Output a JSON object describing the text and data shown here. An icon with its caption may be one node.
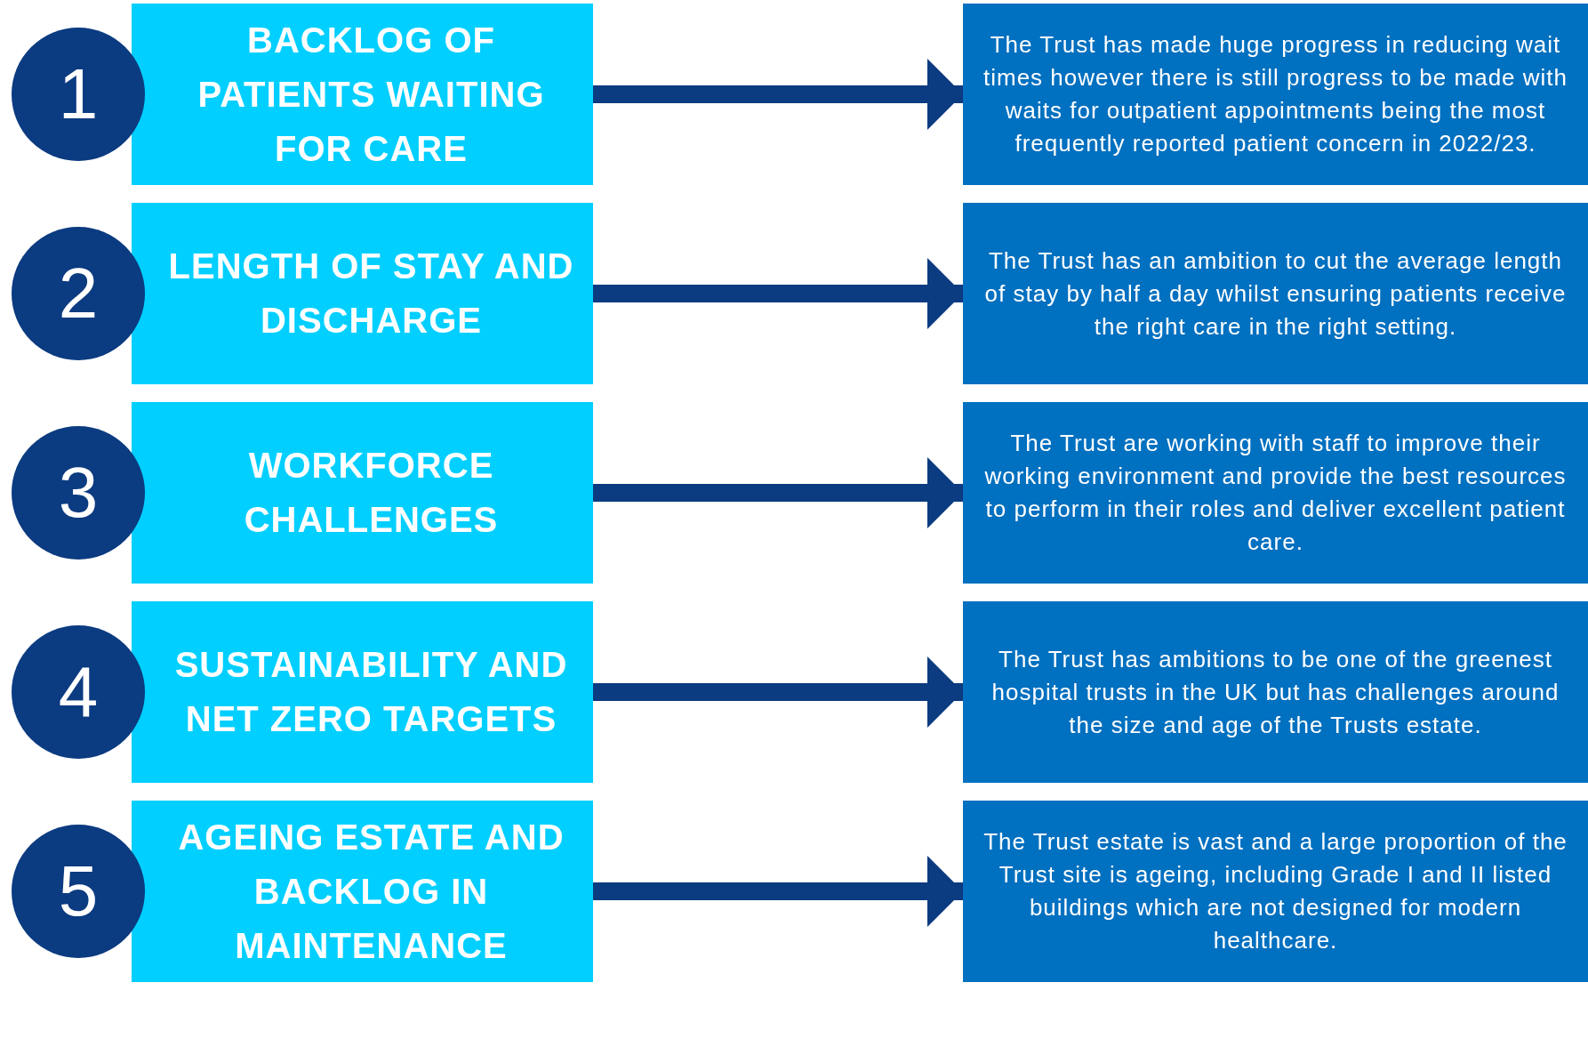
{
  "diagram": {
    "nodes": [
      {
        "text": [
          "1"
        ]
      },
      {
        "text": [
          "BACKLOG OF PATIENTS WAITING FOR CARE"
        ]
      },
      {
        "text": [
          "The Trust has made huge progress in reducing wait times however there is still progress to be made with waits for outpatient appointments being the most frequently reported patient concern in 2022/23."
        ]
      },
      {
        "text": [
          "2"
        ]
      },
      {
        "text": [
          "LENGTH OF STAY AND DISCHARGE"
        ]
      },
      {
        "text": [
          "The Trust has an ambition to cut the average length of stay by half a day whilst ensuring patients receive the right care in the right setting."
        ]
      },
      {
        "text": [
          "3"
        ]
      },
      {
        "text": [
          "WORKFORCE CHALLENGES"
        ]
      },
      {
        "text": [
          "The Trust are working with staff to improve their working environment and provide the best resources to perform in their roles and deliver excellent patient care."
        ]
      },
      {
        "text": [
          "4"
        ]
      },
      {
        "text": [
          "SUSTAINABILITY AND NET ZERO TARGETS"
        ]
      },
      {
        "text": [
          "The Trust has ambitions to be one of the greenest hospital trusts in the UK but has challenges around the size and age of the Trusts estate."
        ]
      },
      {
        "text": [
          "5"
        ]
      },
      {
        "text": [
          "AGEING ESTATE AND BACKLOG IN MAINTENANCE"
        ]
      },
      {
        "text": [
          "The Trust estate is vast and a large proportion of the Trust site is ageing, including Grade I and II listed buildings which are not designed for modern healthcare."
        ]
      }
    ],
    "edges": [
      {
        "from": 1,
        "to": 2,
        "arrow": "to"
      },
      {
        "from": 4,
        "to": 5,
        "arrow": "to"
      },
      {
        "from": 7,
        "to": 8,
        "arrow": "to"
      },
      {
        "from": 10,
        "to": 11,
        "arrow": "to"
      },
      {
        "from": 13,
        "to": 14,
        "arrow": "to"
      }
    ]
  }
}
